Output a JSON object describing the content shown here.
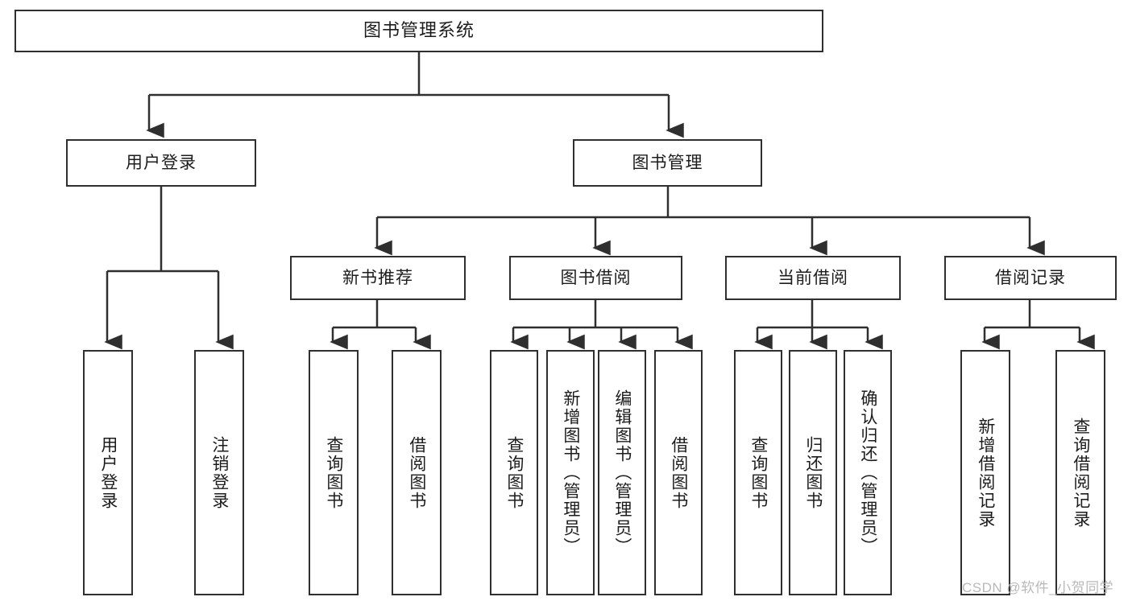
{
  "diagram": {
    "type": "tree-hierarchy-chart",
    "title_node": {
      "label": "图书管理系统"
    },
    "level1": [
      {
        "label": "用户登录"
      },
      {
        "label": "图书管理"
      }
    ],
    "level2": [
      {
        "label": "新书推荐"
      },
      {
        "label": "图书借阅"
      },
      {
        "label": "当前借阅"
      },
      {
        "label": "借阅记录"
      }
    ],
    "leaves": {
      "user_login": [
        {
          "label": "用户登录"
        },
        {
          "label": "注销登录"
        }
      ],
      "new_book_recommend": [
        {
          "label": "查询图书"
        },
        {
          "label": "借阅图书"
        }
      ],
      "book_borrow": [
        {
          "label": "查询图书"
        },
        {
          "label": "新增图书（管理员）"
        },
        {
          "label": "编辑图书（管理员）"
        },
        {
          "label": "借阅图书"
        }
      ],
      "current_borrow": [
        {
          "label": "查询图书"
        },
        {
          "label": "归还图书"
        },
        {
          "label": "确认归还（管理员）"
        }
      ],
      "borrow_record": [
        {
          "label": "新增借阅记录"
        },
        {
          "label": "查询借阅记录"
        }
      ]
    },
    "watermark": {
      "text": "CSDN @软件_小贺同学"
    },
    "colors": {
      "stroke": "#2f2f2f",
      "background": "#ffffff",
      "text": "#1c1c1c",
      "watermark": "#b9b9b9"
    }
  }
}
